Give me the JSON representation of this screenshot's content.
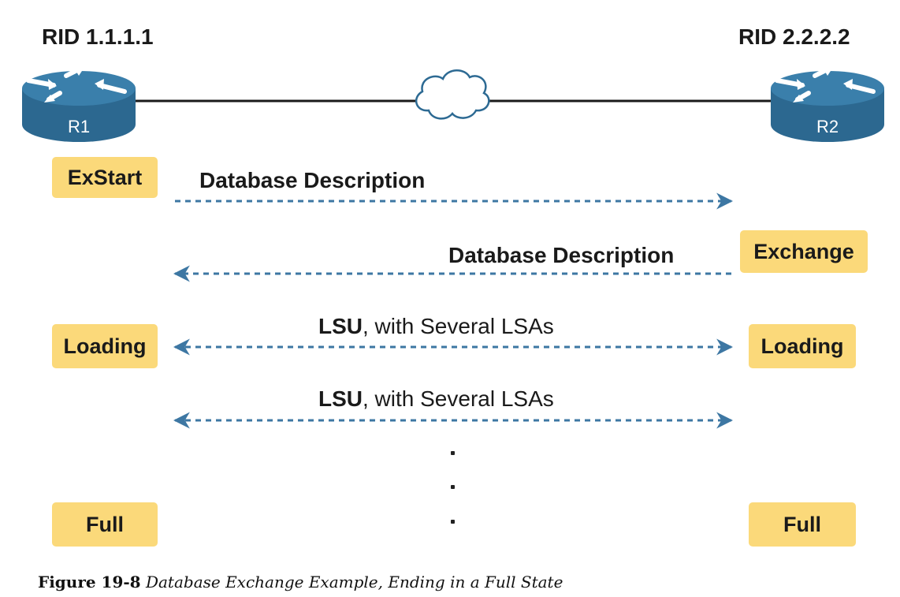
{
  "routers": {
    "left": {
      "rid": "RID 1.1.1.1",
      "name": "R1"
    },
    "right": {
      "rid": "RID 2.2.2.2",
      "name": "R2"
    }
  },
  "states": {
    "left": [
      "ExStart",
      "Loading",
      "Full"
    ],
    "right": [
      "Exchange",
      "Loading",
      "Full"
    ]
  },
  "messages": [
    {
      "label": "Database Description",
      "direction": "right"
    },
    {
      "label": "Database Description",
      "direction": "left"
    },
    {
      "bold": "LSU",
      "rest": ", with Several LSAs",
      "direction": "both"
    },
    {
      "bold": "LSU",
      "rest": ", with Several LSAs",
      "direction": "both"
    }
  ],
  "caption": {
    "number": "Figure 19-8",
    "title": "Database Exchange Example, Ending in a Full State"
  },
  "colors": {
    "router": "#2c6890",
    "router_top": "#3a7fab",
    "state_box": "#fbd97a",
    "arrow": "#3d77a3",
    "cloud": "#2d6a93"
  }
}
